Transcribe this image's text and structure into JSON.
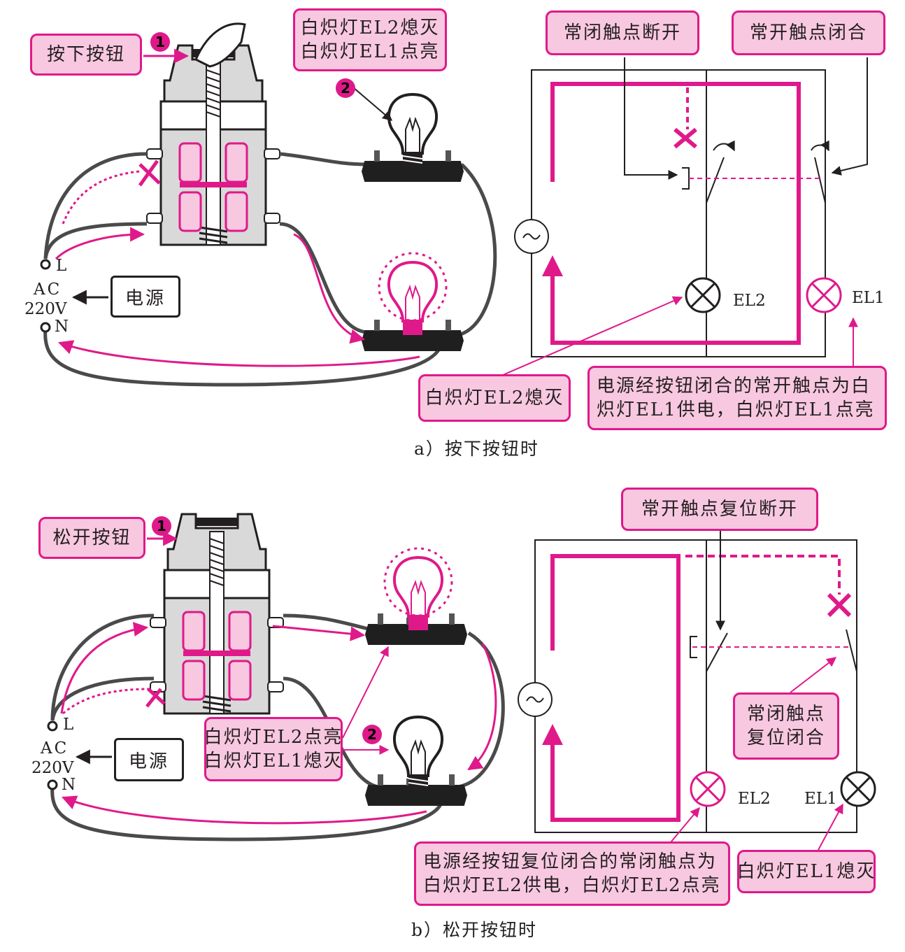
{
  "panel_a": {
    "callout_press": "按下按钮",
    "step1": "1",
    "step2": "2",
    "callout_lamps_line1": "白炽灯EL2熄灭",
    "callout_lamps_line2": "白炽灯EL1点亮",
    "callout_nc_open": "常闭触点断开",
    "callout_no_close": "常开触点闭合",
    "callout_el2_off": "白炽灯EL2熄灭",
    "callout_supply_line1": "电源经按钮闭合的常开触点为白",
    "callout_supply_line2": "炽灯EL1供电，白炽灯EL1点亮",
    "terminal_l": "L",
    "terminal_n": "N",
    "ac_line1": "AC",
    "ac_line2": "220V",
    "power_label": "电源",
    "el2_label": "EL2",
    "el1_label": "EL1",
    "caption": "a）按下按钮时"
  },
  "panel_b": {
    "callout_release": "松开按钮",
    "step1": "1",
    "step2": "2",
    "callout_lamps_line1": "白炽灯EL2点亮",
    "callout_lamps_line2": "白炽灯EL1熄灭",
    "callout_no_reset": "常开触点复位断开",
    "callout_nc_reset_line1": "常闭触点",
    "callout_nc_reset_line2": "复位闭合",
    "callout_supply_line1": "电源经按钮复位闭合的常闭触点为",
    "callout_supply_line2": "白炽灯EL2供电，白炽灯EL2点亮",
    "callout_el1_off": "白炽灯EL1熄灭",
    "terminal_l": "L",
    "terminal_n": "N",
    "ac_line1": "AC",
    "ac_line2": "220V",
    "power_label": "电源",
    "el2_label": "EL2",
    "el1_label": "EL1",
    "caption": "b）松开按钮时"
  },
  "colors": {
    "magenta": "#e0198a",
    "callout_fill": "#f8c8e0",
    "wire": "#4a4a4a",
    "ink": "#231f20",
    "switch_body": "#d9d9d9"
  }
}
